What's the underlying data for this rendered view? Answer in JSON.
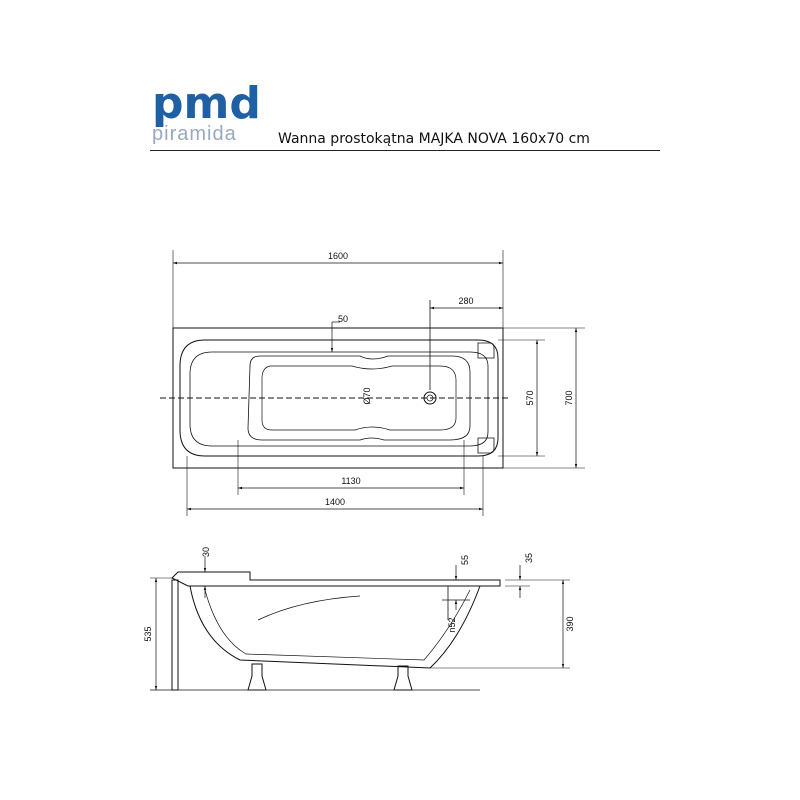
{
  "header": {
    "logo_main": "pmd",
    "logo_sub": "piramida",
    "title": "Wanna prostokątna MAJKA NOVA 160x70 cm"
  },
  "top_view": {
    "overall_length": "1600",
    "drain_offset": "280",
    "rim_offset": "50",
    "drain_diameter": "Ø70",
    "inner_width": "570",
    "overall_width": "700",
    "inner_bottom_length": "1130",
    "inner_length": "1400"
  },
  "side_view": {
    "rim_thickness": "30",
    "overflow_offset": "55",
    "edge_thickness": "35",
    "overflow_label": "n52",
    "total_height": "535",
    "depth": "390"
  },
  "colors": {
    "logo_blue": "#1f5fa3",
    "logo_grey": "#9aa9bd",
    "line": "#111111"
  }
}
